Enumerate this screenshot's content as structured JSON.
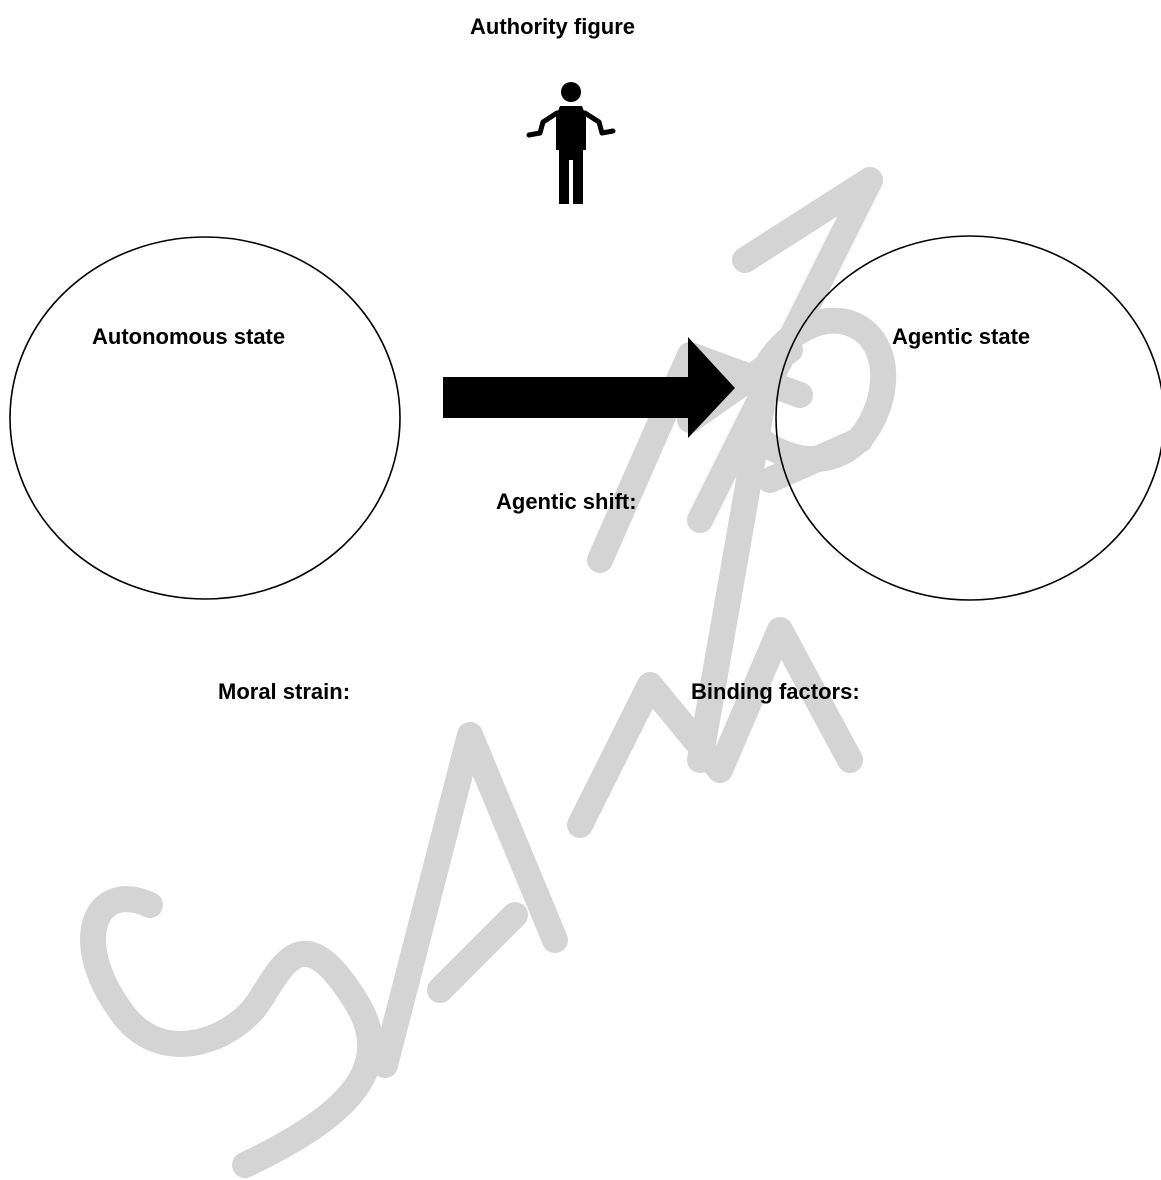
{
  "diagram": {
    "authority_label": "Authority figure",
    "autonomous_label": "Autonomous state",
    "agentic_label": "Agentic state",
    "shift_label": "Agentic shift:",
    "moral_strain_label": "Moral strain:",
    "binding_factors_label": "Binding factors:"
  },
  "watermark": {
    "text": "SAMPLE",
    "color": "#d4d4d4"
  },
  "icons": {
    "authority": "person-shrugging-icon",
    "arrow": "right-arrow-icon"
  },
  "colors": {
    "ink": "#000000",
    "background": "#ffffff"
  }
}
